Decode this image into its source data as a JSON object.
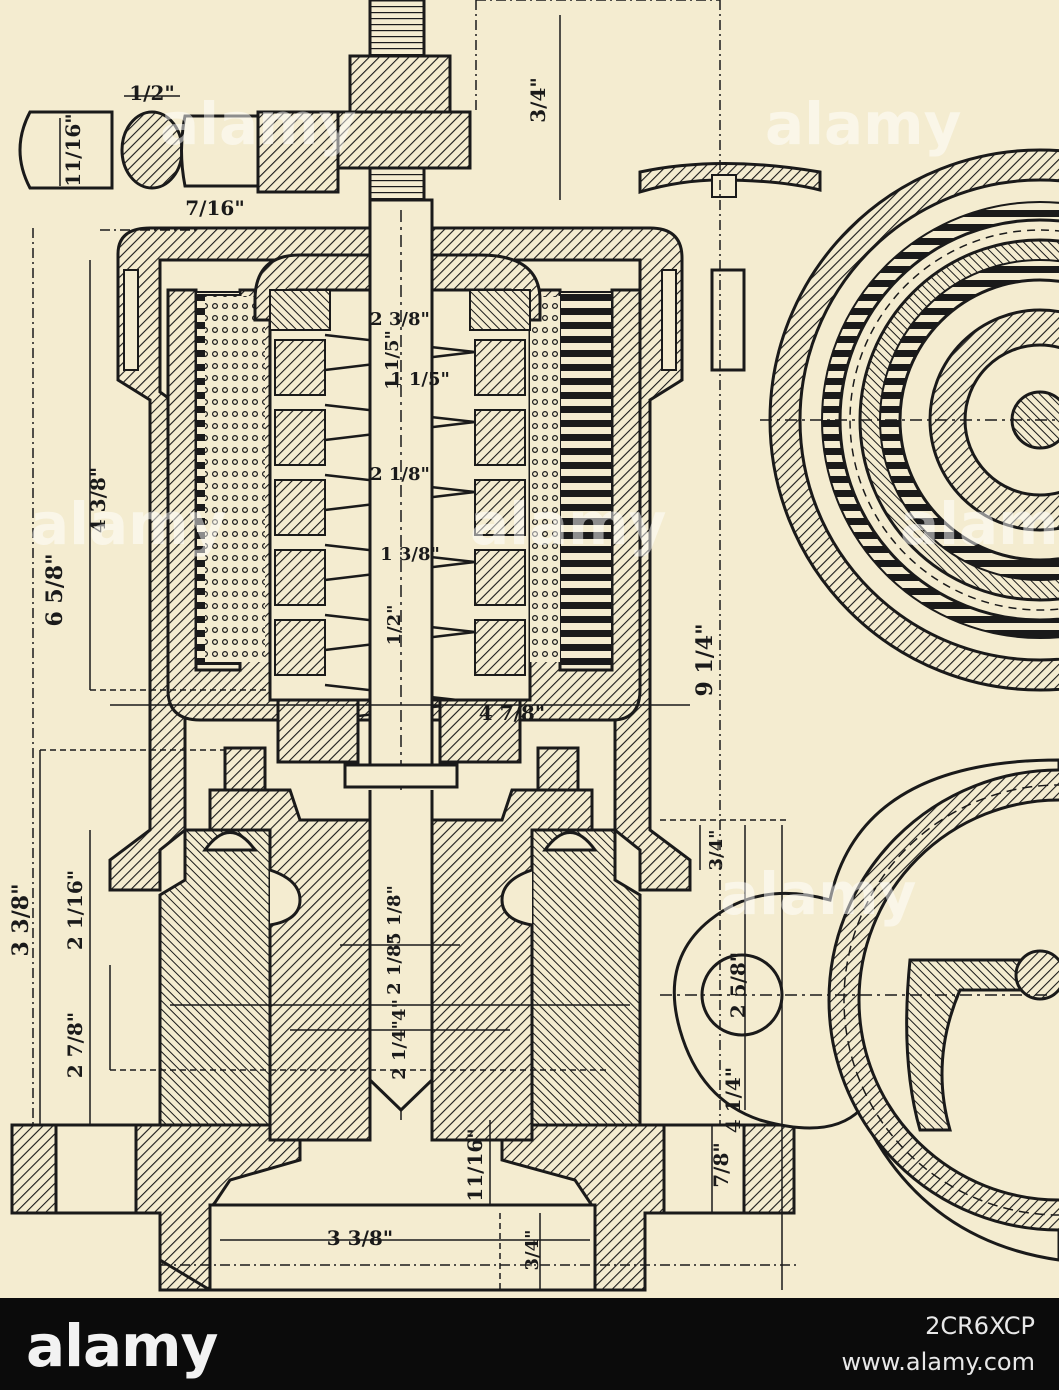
{
  "dimensions": {
    "d1": "1/2\"",
    "d2": "11/16\"",
    "d3": "7/16\"",
    "d4": "3/4\"",
    "d5": "2 3/8\"",
    "d6": "1 1/5\"",
    "d7": "1 1/5\"",
    "d8": "2 1/8\"",
    "d9": "1 3/8\"",
    "d10": "1/2\"",
    "d11": "4 3/8\"",
    "d12": "6 5/8\"",
    "d13": "4 7/8\"",
    "d14": "9 1/4\"",
    "d15": "3/4\"",
    "d16": "3 3/8\"",
    "d17": "2 1/16\"",
    "d18": "2 7/8\"",
    "d19": "5 1/8\"",
    "d20": "2 1/8\"",
    "d21": "4\"",
    "d22": "2 1/4\"",
    "d23": "2 5/8\"",
    "d24": "4 1/4\"",
    "d25": "7/8\"",
    "d26": "11/16\"",
    "d27": "3 3/8\"",
    "d28": "3/4\""
  },
  "watermark": {
    "text": "alamy",
    "code": "2CR6XCP",
    "url": "www.alamy.com"
  },
  "colors": {
    "paper": "#f4ecd0",
    "ink": "#1a1a1a",
    "footer": "#0b0b0b"
  }
}
